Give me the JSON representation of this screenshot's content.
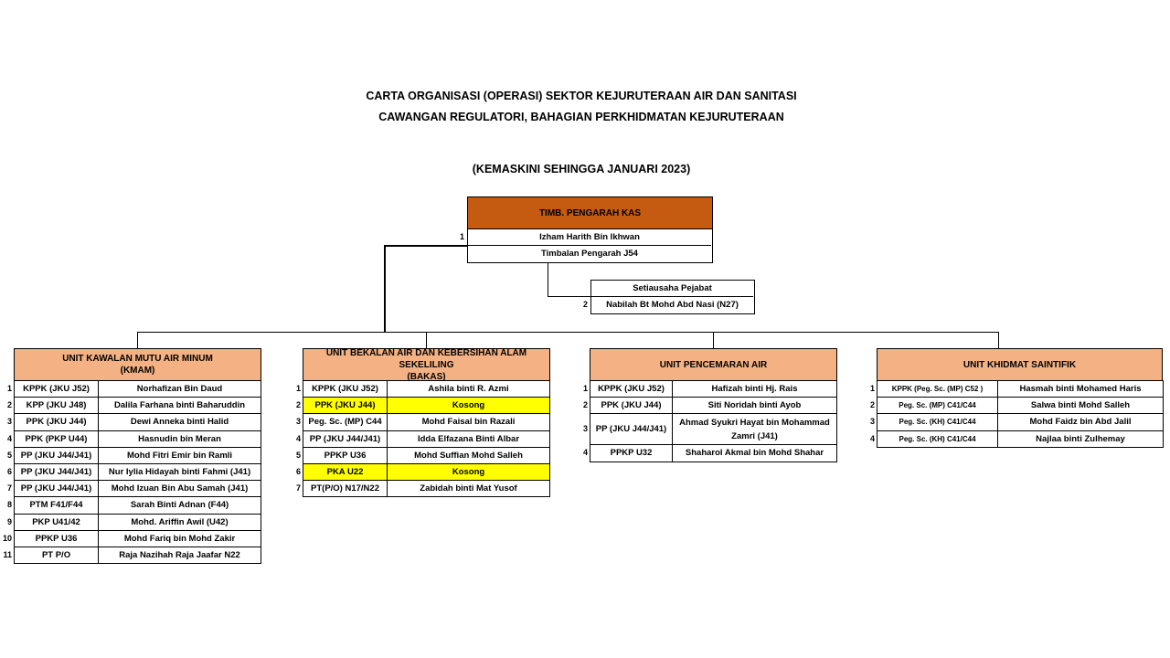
{
  "title": {
    "line1": "CARTA ORGANISASI (OPERASI) SEKTOR KEJURUTERAAN AIR DAN SANITASI",
    "line2": "CAWANGAN REGULATORI, BAHAGIAN PERKHIDMATAN KEJURUTERAAN",
    "line3": "(KEMASKINI SEHINGGA JANUARI 2023)"
  },
  "top": {
    "heading": "TIMB. PENGARAH KAS",
    "number": "1",
    "name": "Izham Harith Bin Ikhwan",
    "position": "Timbalan Pengarah J54"
  },
  "secretary": {
    "title": "Setiausaha Pejabat",
    "number": "2",
    "name": "Nabilah Bt Mohd Abd Nasi (N27)"
  },
  "colors": {
    "top_heading": "#c55a11",
    "unit_heading": "#f4b183",
    "vacant": "#ffff00"
  },
  "units": [
    {
      "heading": "UNIT KAWALAN MUTU AIR MINUM\n(KMAM)",
      "rows": [
        {
          "n": "1",
          "grade": "KPPK (JKU J52)",
          "name": "Norhafizan Bin Daud"
        },
        {
          "n": "2",
          "grade": "KPP (JKU J48)",
          "name": "Dalila Farhana binti Baharuddin"
        },
        {
          "n": "3",
          "grade": "PPK (JKU J44)",
          "name": "Dewi Anneka binti Halid"
        },
        {
          "n": "4",
          "grade": "PPK (PKP U44)",
          "name": "Hasnudin bin Meran"
        },
        {
          "n": "5",
          "grade": "PP (JKU J44/J41)",
          "name": "Mohd Fitri Emir bin Ramli"
        },
        {
          "n": "6",
          "grade": "PP (JKU J44/J41)",
          "name": "Nur Iylia Hidayah binti Fahmi (J41)"
        },
        {
          "n": "7",
          "grade": "PP (JKU J44/J41)",
          "name": "Mohd Izuan Bin Abu Samah (J41)"
        },
        {
          "n": "8",
          "grade": "PTM F41/F44",
          "name": "Sarah Binti Adnan (F44)"
        },
        {
          "n": "9",
          "grade": "PKP U41/42",
          "name": "Mohd. Ariffin Awil (U42)"
        },
        {
          "n": "10",
          "grade": "PPKP U36",
          "name": "Mohd Fariq bin Mohd Zakir"
        },
        {
          "n": "11",
          "grade": "PT P/O",
          "name": "Raja Nazihah Raja Jaafar N22"
        }
      ]
    },
    {
      "heading": "UNIT BEKALAN AIR DAN KEBERSIHAN ALAM SEKELILING\n(BAKAS)",
      "rows": [
        {
          "n": "1",
          "grade": "KPPK (JKU J52)",
          "name": "Ashila binti R. Azmi"
        },
        {
          "n": "2",
          "grade": "PPK (JKU J44)",
          "name": "Kosong",
          "vacant": true
        },
        {
          "n": "3",
          "grade": "Peg. Sc. (MP) C44",
          "name": "Mohd Faisal bin Razali"
        },
        {
          "n": "4",
          "grade": "PP (JKU J44/J41)",
          "name": "Idda Elfazana Binti Albar"
        },
        {
          "n": "5",
          "grade": "PPKP U36",
          "name": "Mohd Suffian Mohd Salleh"
        },
        {
          "n": "6",
          "grade": "PKA U22",
          "name": "Kosong",
          "vacant": true
        },
        {
          "n": "7",
          "grade": "PT(P/O) N17/N22",
          "name": "Zabidah binti Mat Yusof"
        }
      ]
    },
    {
      "heading": "UNIT PENCEMARAN AIR",
      "rows": [
        {
          "n": "1",
          "grade": "KPPK (JKU J52)",
          "name": "Hafizah binti Hj. Rais"
        },
        {
          "n": "2",
          "grade": "PPK (JKU J44)",
          "name": "Siti Noridah binti Ayob"
        },
        {
          "n": "3",
          "grade": "PP (JKU J44/J41)",
          "name": "Ahmad Syukri Hayat bin Mohammad Zamri (J41)",
          "tall": true
        },
        {
          "n": "4",
          "grade": "PPKP U32",
          "name": "Shaharol Akmal bin Mohd Shahar"
        }
      ]
    },
    {
      "heading": "UNIT KHIDMAT SAINTIFIK",
      "rows": [
        {
          "n": "1",
          "grade": "KPPK (Peg. Sc. (MP) C52 )",
          "name": "Hasmah binti Mohamed Haris"
        },
        {
          "n": "2",
          "grade": "Peg. Sc. (MP) C41/C44",
          "name": "Salwa binti Mohd Salleh"
        },
        {
          "n": "3",
          "grade": "Peg. Sc. (KH) C41/C44",
          "name": "Mohd Faidz bin Abd Jalil"
        },
        {
          "n": "4",
          "grade": "Peg. Sc. (KH) C41/C44",
          "name": "Najlaa binti Zulhemay"
        }
      ]
    }
  ]
}
